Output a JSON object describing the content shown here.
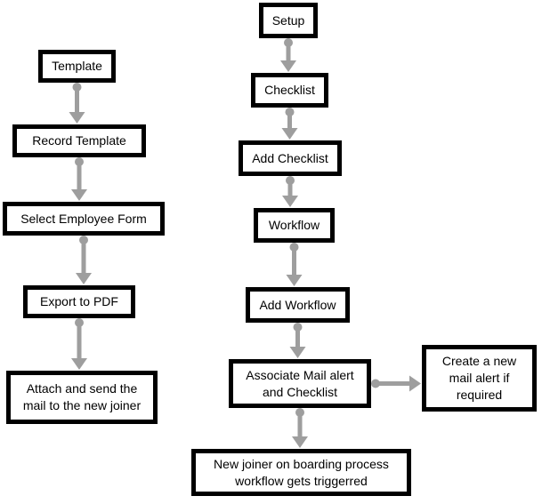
{
  "diagram": {
    "type": "flowchart",
    "colors": {
      "box_border": "#000000",
      "box_fill": "#ffffff",
      "text": "#000000",
      "arrow": "#9e9e9e"
    },
    "nodes": [
      {
        "id": "template",
        "label": "Template"
      },
      {
        "id": "record-template",
        "label": "Record Template"
      },
      {
        "id": "select-employee-form",
        "label": "Select Employee Form"
      },
      {
        "id": "export-to-pdf",
        "label": "Export to PDF"
      },
      {
        "id": "attach-send-mail",
        "label": "Attach and send the\nmail to the new joiner"
      },
      {
        "id": "setup",
        "label": "Setup"
      },
      {
        "id": "checklist",
        "label": "Checklist"
      },
      {
        "id": "add-checklist",
        "label": "Add Checklist"
      },
      {
        "id": "workflow",
        "label": "Workflow"
      },
      {
        "id": "add-workflow",
        "label": "Add Workflow"
      },
      {
        "id": "associate-mail-alert",
        "label": "Associate Mail alert\nand Checklist"
      },
      {
        "id": "create-mail-alert",
        "label": "Create a new\nmail alert if\nrequired"
      },
      {
        "id": "new-joiner-triggered",
        "label": "New joiner on boarding process\nworkflow gets triggerred"
      }
    ],
    "edges": [
      {
        "from": "template",
        "to": "record-template",
        "dir": "down"
      },
      {
        "from": "record-template",
        "to": "select-employee-form",
        "dir": "down"
      },
      {
        "from": "select-employee-form",
        "to": "export-to-pdf",
        "dir": "down"
      },
      {
        "from": "export-to-pdf",
        "to": "attach-send-mail",
        "dir": "down"
      },
      {
        "from": "setup",
        "to": "checklist",
        "dir": "down"
      },
      {
        "from": "checklist",
        "to": "add-checklist",
        "dir": "down"
      },
      {
        "from": "add-checklist",
        "to": "workflow",
        "dir": "down"
      },
      {
        "from": "workflow",
        "to": "add-workflow",
        "dir": "down"
      },
      {
        "from": "add-workflow",
        "to": "associate-mail-alert",
        "dir": "down"
      },
      {
        "from": "associate-mail-alert",
        "to": "create-mail-alert",
        "dir": "right"
      },
      {
        "from": "associate-mail-alert",
        "to": "new-joiner-triggered",
        "dir": "down"
      }
    ]
  }
}
